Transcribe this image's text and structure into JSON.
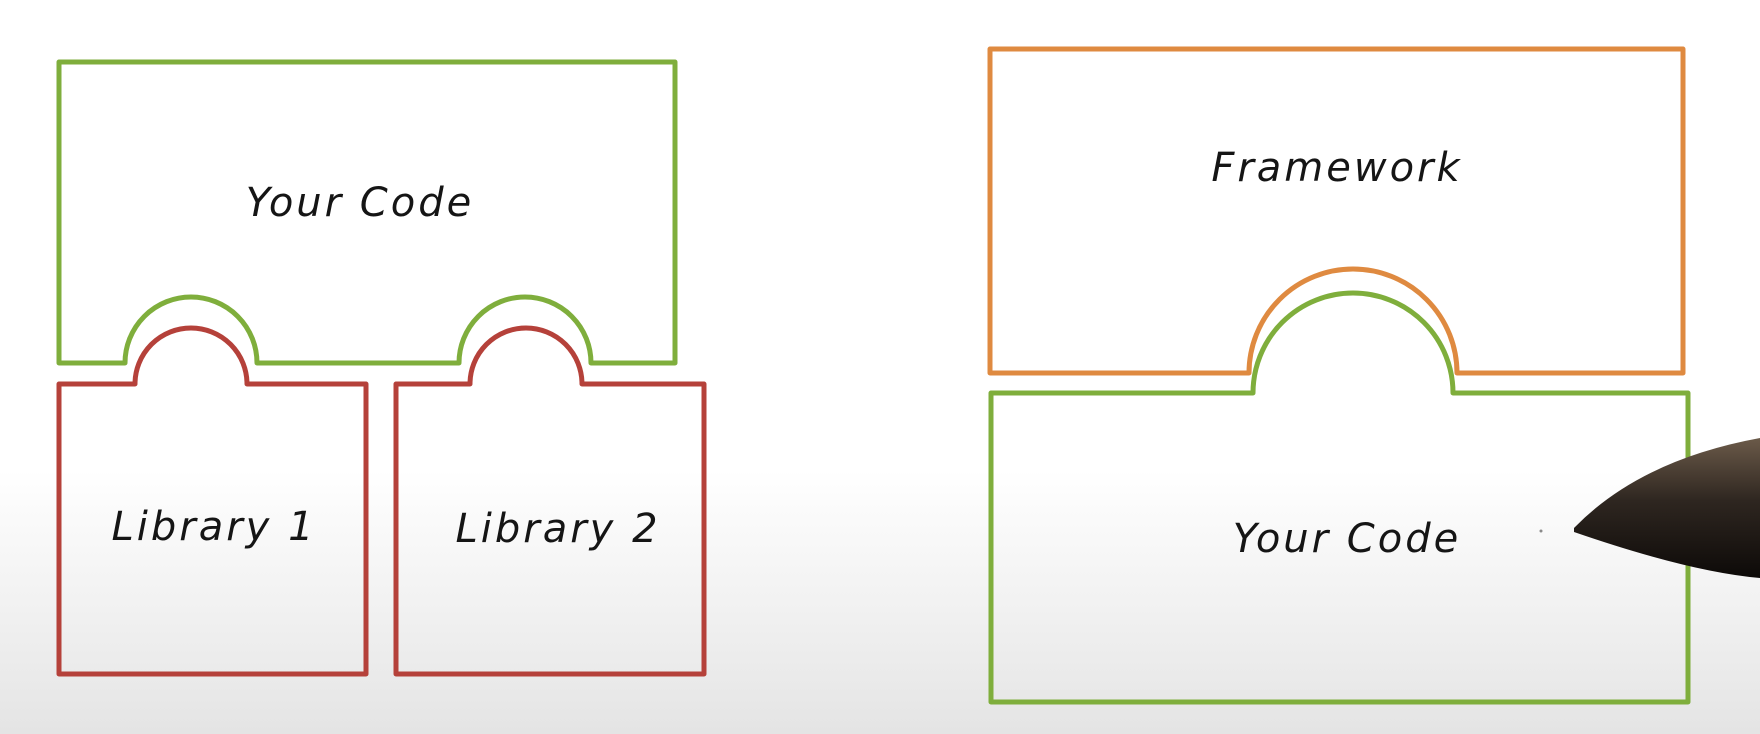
{
  "diagram": {
    "left_panel": {
      "your_code_label": "Your Code",
      "library1_label": "Library 1",
      "library2_label": "Library 2"
    },
    "right_panel": {
      "framework_label": "Framework",
      "your_code_label": "Your Code"
    }
  },
  "colors": {
    "your_code": "#7fae3c",
    "library": "#b5413a",
    "framework": "#df8a40",
    "text": "#151515"
  }
}
